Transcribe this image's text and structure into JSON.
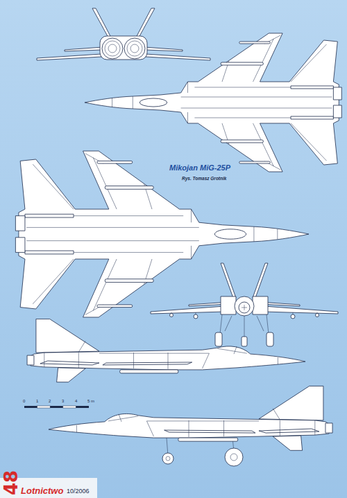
{
  "diagram": {
    "title": "Mikojan MiG-25P",
    "labels": [
      "Rys. Tomasz Grotnik",
      "0",
      "1",
      "2",
      "3",
      "4",
      "5 m",
      "48",
      "Lotnictwo",
      "10/2006"
    ]
  }
}
